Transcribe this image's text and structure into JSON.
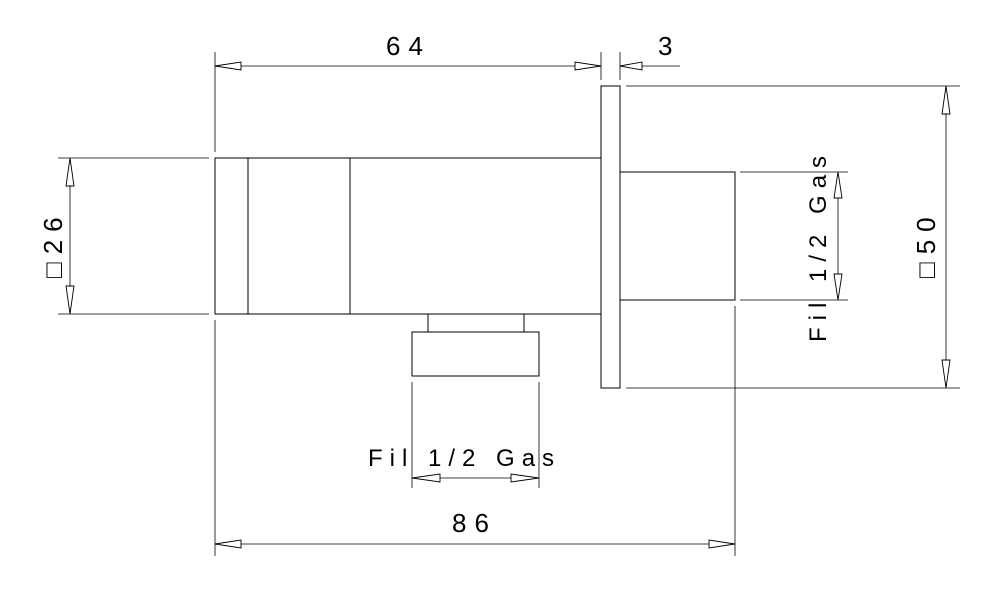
{
  "drawing": {
    "dimensions": {
      "top_length": "64",
      "plate_thickness": "3",
      "overall_length": "86",
      "body_square": "□26",
      "plate_square": "□50"
    },
    "threads": {
      "bottom_label": "Fil 1/2 Gas",
      "side_label": "Fil 1/2 Gas"
    }
  }
}
